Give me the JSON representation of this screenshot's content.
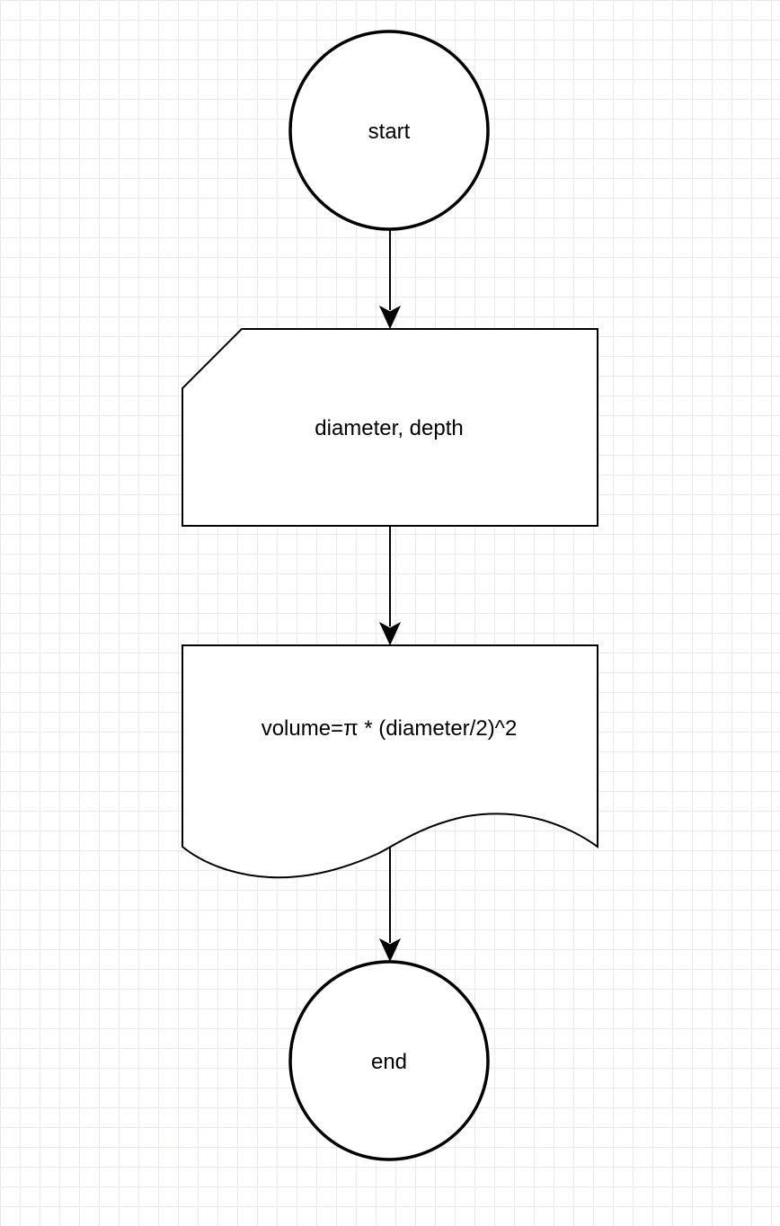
{
  "diagram": {
    "nodes": {
      "start": {
        "label": "start",
        "shape": "circle"
      },
      "input": {
        "label": "diameter, depth",
        "shape": "card"
      },
      "process": {
        "label": "volume=π * (diameter/2)^2",
        "shape": "document"
      },
      "end": {
        "label": "end",
        "shape": "circle"
      }
    },
    "edges": [
      {
        "from": "start",
        "to": "input"
      },
      {
        "from": "input",
        "to": "process"
      },
      {
        "from": "process",
        "to": "end"
      }
    ],
    "colors": {
      "stroke": "#000000",
      "fill": "#ffffff",
      "grid": "#e9e9f2",
      "background": "#ffffff"
    }
  }
}
